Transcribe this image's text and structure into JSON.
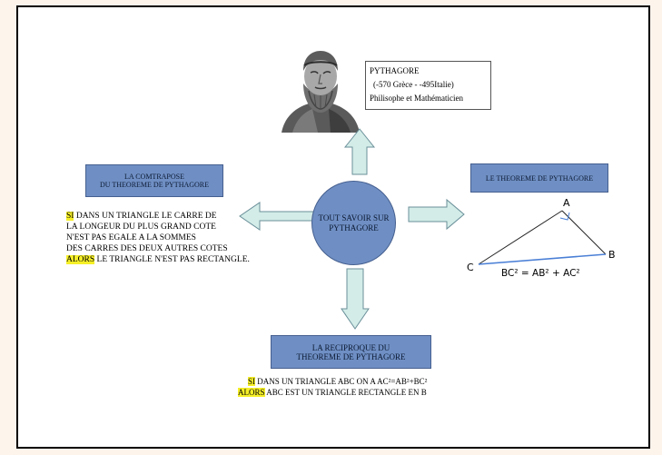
{
  "caption": {
    "name": "PYTHAGORE",
    "dates": "(-570 Grèce - -495Italie)",
    "role": "Philisophe et Mathématicien"
  },
  "center": {
    "line1": "TOUT SAVOIR SUR",
    "line2": "PYTHAGORE"
  },
  "contraposee": {
    "title_line1": "LA COMTRAPOSE",
    "title_line2": "DU THEOREME DE PYTHAGORE",
    "si": "SI",
    "line1_rest": " DANS UN TRIANGLE LE CARRE DE",
    "line2": "LA LONGEUR DU PLUS GRAND COTE",
    "line3": "N'EST PAS EGALE A LA SOMMES",
    "line4": "DES CARRES DES DEUX AUTRES COTES",
    "alors": "ALORS",
    "line5_rest": " LE TRIANGLE N'EST PAS RECTANGLE."
  },
  "theoreme": {
    "title": "LE THEOREME DE PYTHAGORE",
    "vertex_a": "A",
    "vertex_b": "B",
    "vertex_c": "C",
    "formula": "BC² = AB² + AC²"
  },
  "reciproque": {
    "title_line1": "LA RECIPROQUE DU",
    "title_line2": "THEOREME DE PYTHAGORE",
    "si": "SI",
    "line1_rest": " DANS UN TRIANGLE ABC ON A AC²=AB²+BC²",
    "alors": "ALORS",
    "line2_rest": " ABC EST UN TRIANGLE RECTANGLE EN B"
  },
  "colors": {
    "box_fill": "#6f8fc4",
    "arrow_fill": "#d3ece8",
    "highlight": "#f5ef28",
    "hypotenuse": "#4a7fd6"
  }
}
